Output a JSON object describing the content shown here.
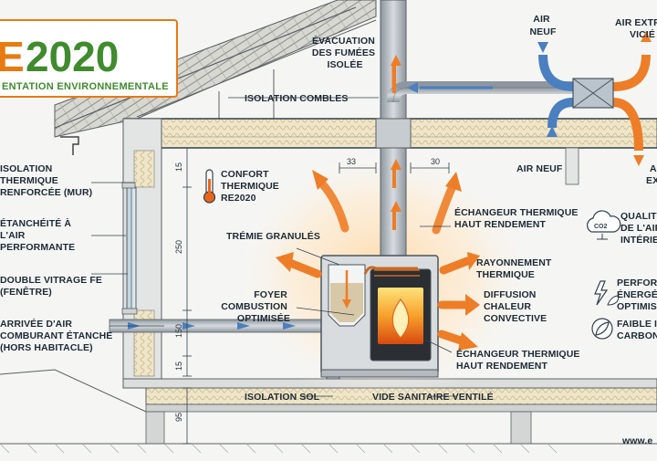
{
  "logo": {
    "initial": "E",
    "year": "2020",
    "subtitle": "ENTATION ENVIRONNEMENTALE"
  },
  "labels": {
    "evacuation": [
      "ÉVACUATION",
      "DES FUMÉES",
      "ISOLÉE"
    ],
    "isolation_combles": "ISOLATION COMBLES",
    "air_neuf_top": [
      "AIR",
      "NEUF"
    ],
    "air_extrait": [
      "AIR EXTR",
      "VICIÉ"
    ],
    "air_neuf_bottom": "AIR NEUF",
    "vmc_right": [
      "A",
      "EX"
    ],
    "confort": [
      "CONFORT",
      "THERMIQUE",
      "RE2020"
    ],
    "isolation_mur": [
      "ISOLATION",
      "THERMIQUE",
      "RENFORCÉE (MUR)"
    ],
    "etancheite": [
      "ÉTANCHÉITÉ À",
      "L'AIR",
      "PERFORMANTE"
    ],
    "tremie": "TRÉMIE GRANULÉS",
    "echangeur_top": [
      "ÉCHANGEUR THERMIQUE",
      "HAUT RENDEMENT"
    ],
    "qualite": [
      "QUALITÉ",
      "DE L'AIR",
      "INTÉRIE"
    ],
    "double_vitrage": [
      "DOUBLE VITRAGE FE",
      "(FENÊTRE)"
    ],
    "rayonnement": [
      "RAYONNEMENT",
      "THERMIQUE"
    ],
    "foyer": [
      "FOYER",
      "COMBUSTION",
      "OPTIMISÉE"
    ],
    "diffusion": [
      "DIFFUSION",
      "CHALEUR",
      "CONVECTIVE"
    ],
    "performance": [
      "PERFORM",
      "ÉNERGÉT",
      "OPTIMISI"
    ],
    "arrivee_air": [
      "ARRIVÉE D'AIR",
      "COMBURANT ÉTANCHE",
      "(HORS HABITACLE)"
    ],
    "echangeur_bottom": [
      "ÉCHANGEUR THERMIQUE",
      "HAUT RENDEMENT"
    ],
    "faible": [
      "FAIBLE IM",
      "CARBONE"
    ],
    "isolation_sol": "ISOLATION SOL",
    "vide_sanitaire": "VIDE SANITAIRE VENTILÉ",
    "website": "www.e",
    "co2": "CO2"
  },
  "dimensions": {
    "d15a": "15",
    "d250": "250",
    "d150": "150",
    "d15b": "15",
    "d95": "95",
    "d33": "33",
    "d30": "30"
  },
  "colors": {
    "orange": "#ee7d27",
    "blue": "#4a7fc0",
    "green": "#3f8b2e",
    "line": "#33404c"
  },
  "icons": [
    "thermometer-icon",
    "co2-cloud-icon",
    "lightning-leaf-icon",
    "leaf-circle-icon",
    "flame-icon",
    "heat-exchanger-icon"
  ]
}
